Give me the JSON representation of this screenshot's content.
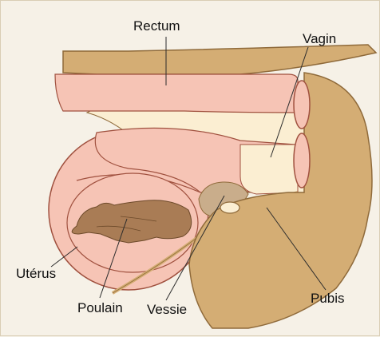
{
  "labels": {
    "rectum": "Rectum",
    "vagin": "Vagin",
    "uterus": "Utérus",
    "poulain": "Poulain",
    "vessie": "Vessie",
    "pubis": "Pubis"
  },
  "colors": {
    "background": "#f6f1e7",
    "body_tan": "#d4ad74",
    "body_outline": "#8f6a3a",
    "pink_tissue": "#f6c4b5",
    "pink_outline": "#a0513f",
    "cream": "#fbeed2",
    "foal": "#a97c55",
    "bladder": "#c9ad8b",
    "leader_line": "#2c2c2c"
  }
}
